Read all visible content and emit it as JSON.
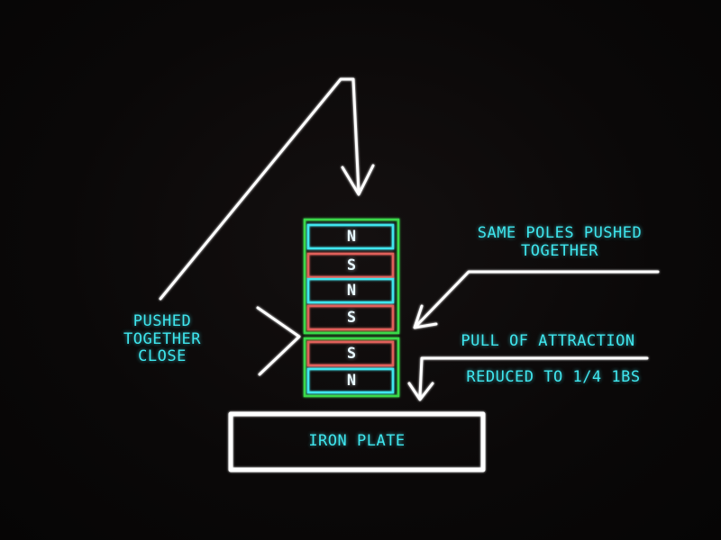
{
  "colors": {
    "background": "#0a0808",
    "text": "#3fe6ee",
    "north_pole": "#3fe6ee",
    "south_pole": "#e0605a",
    "group_border": "#3bd84a",
    "lines": "#ffffff"
  },
  "labels": {
    "same_poles": [
      "SAME POLES PUSHED",
      "TOGETHER"
    ],
    "pushed_together": [
      "PUSHED",
      "TOGETHER",
      "CLOSE"
    ],
    "pull_of_attraction": "PULL OF ATTRACTION",
    "reduced_to": "REDUCED TO 1/4 1BS",
    "iron_plate": "IRON PLATE"
  },
  "magnets": {
    "upper": [
      "N",
      "S",
      "N",
      "S"
    ],
    "lower": [
      "S",
      "N"
    ]
  }
}
